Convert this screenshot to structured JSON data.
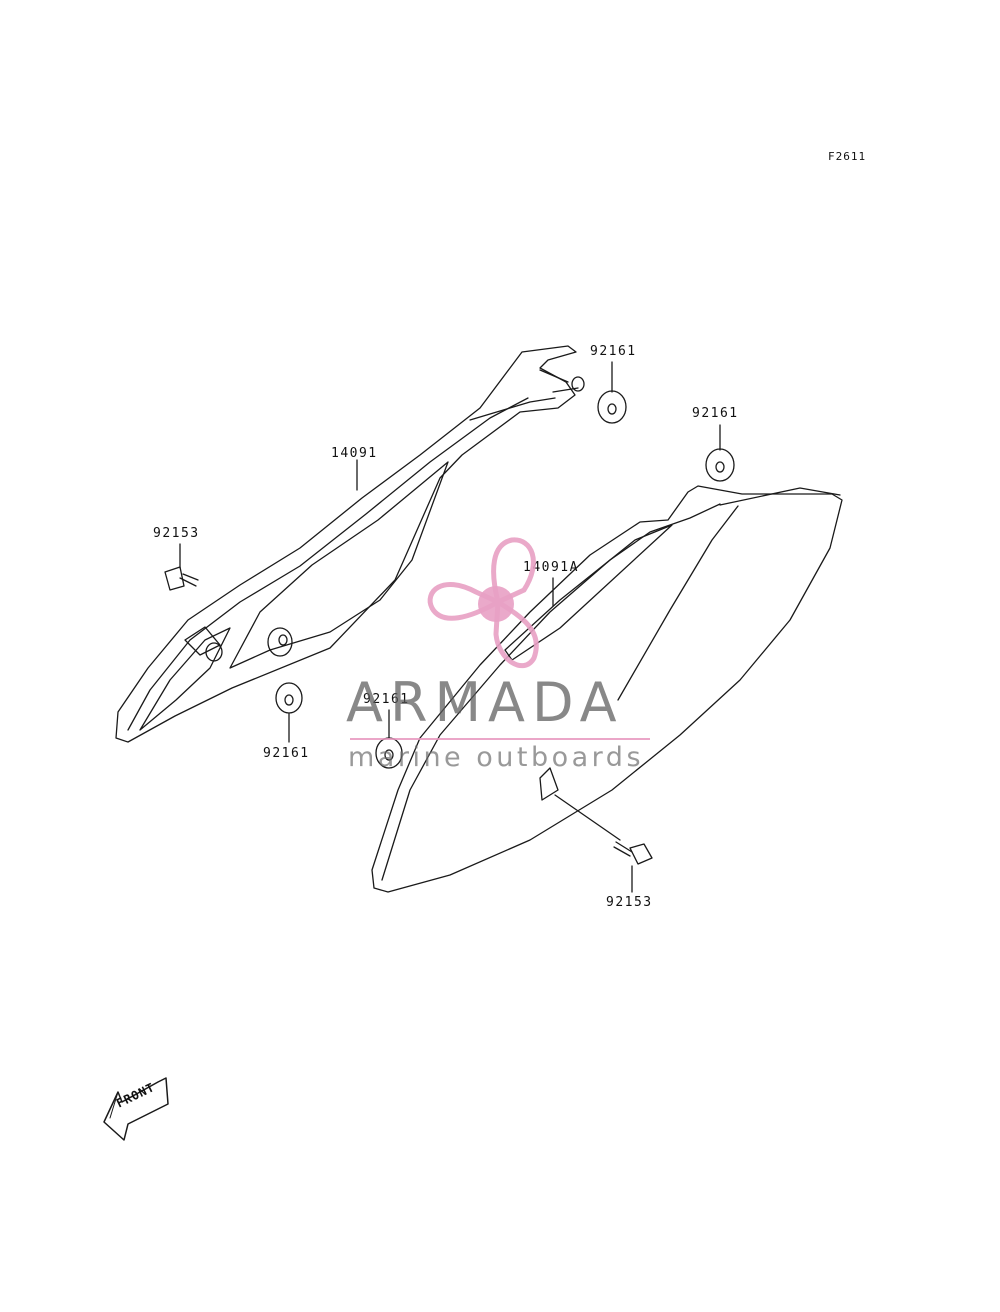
{
  "diagram": {
    "code": "F2611",
    "labels": {
      "l1": "14091",
      "l2": "14091A",
      "l3": "92161",
      "l4": "92161",
      "l5": "92161",
      "l6": "92161",
      "l7": "92153",
      "l8": "92153"
    },
    "front_arrow": "FRONT"
  },
  "watermark": {
    "title": "ARMADA",
    "subtitle": "marine outboards",
    "colors": {
      "pink": "#e8a0c4",
      "gray": "#6e6e6e"
    }
  }
}
